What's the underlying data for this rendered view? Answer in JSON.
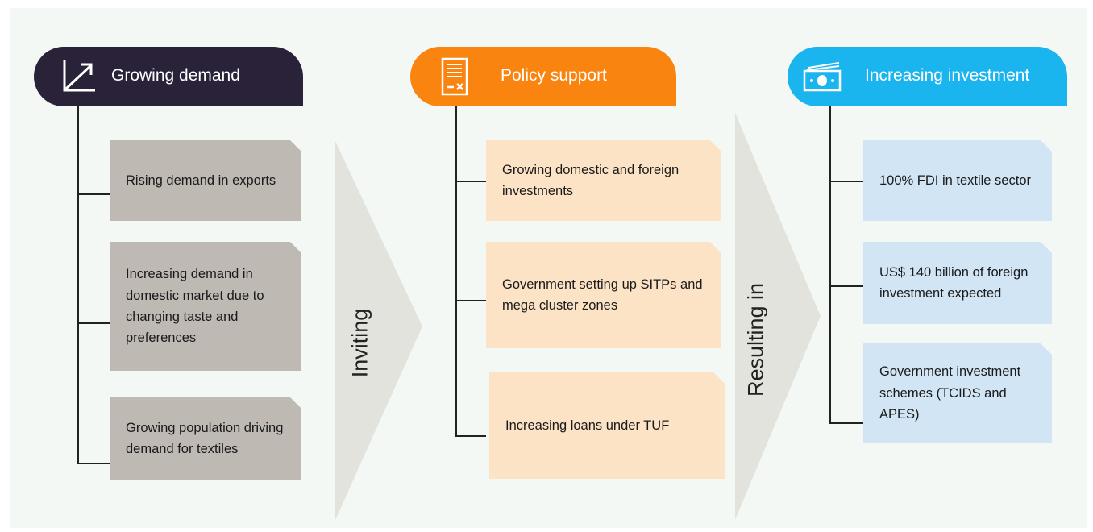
{
  "columns": [
    {
      "header": "Growing demand",
      "header_color": "#2a2238",
      "icon": "trend-up-icon",
      "items": [
        "Rising demand in exports",
        "Increasing demand in domestic market due to changing taste and preferences",
        "Growing population driving demand for textiles"
      ],
      "box_color": "#bfb9b4"
    },
    {
      "header": "Policy support",
      "header_color": "#f98410",
      "icon": "document-icon",
      "items": [
        "Growing domestic and foreign investments",
        "Government setting up SITPs and mega cluster zones",
        "Increasing loans under TUF"
      ],
      "box_color": "#fde3c6"
    },
    {
      "header": "Increasing investment",
      "header_color": "#1ab4ee",
      "icon": "money-icon",
      "items": [
        "100% FDI in textile sector",
        "US$ 140 billion of foreign investment expected",
        "Government investment schemes (TCIDS and APES)"
      ],
      "box_color": "#d2e5f4"
    }
  ],
  "arrows": [
    {
      "label": "Inviting"
    },
    {
      "label": "Resulting in"
    }
  ]
}
